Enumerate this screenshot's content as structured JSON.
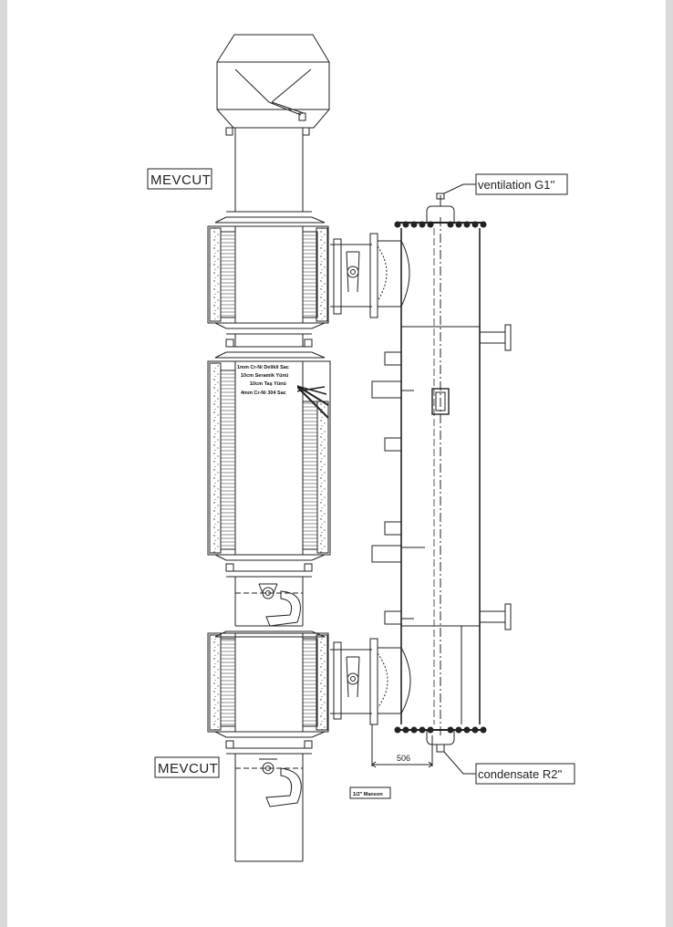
{
  "labels": {
    "mevcut_top": "MEVCUT",
    "mevcut_bottom": "MEVCUT",
    "ventilation": "ventilation G1''",
    "condensate": "condensate R2''",
    "dimension": "506",
    "manson": "1/2\" Manson"
  },
  "insulation_notes": [
    "1mm Cr-Ni Delikli Sac",
    "10cm Seramik Yünü",
    "10cm Taş Yünü",
    "4mm Cr-Ni 304 Sac"
  ]
}
